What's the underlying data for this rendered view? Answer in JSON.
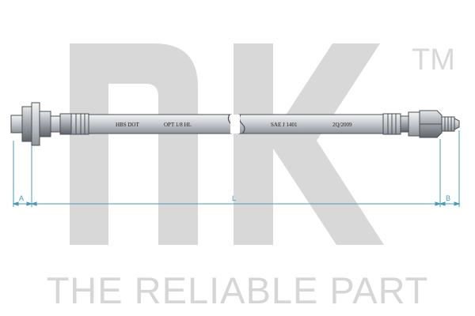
{
  "brand": {
    "logo_text": "nK",
    "trademark": "TM",
    "tagline": "THE RELIABLE PART",
    "watermark_color": "#d8d8d8"
  },
  "hose": {
    "labels": [
      "HBS DOT",
      "OPT 1/8 HL",
      "SAE J 1401",
      "2Q/2009"
    ],
    "body_color": "#c9cdd1",
    "outline_color": "#4a4f55"
  },
  "dimensions": {
    "a_label": "A",
    "l_label": "L",
    "b_label": "B",
    "line_color": "#4a9bb5"
  }
}
